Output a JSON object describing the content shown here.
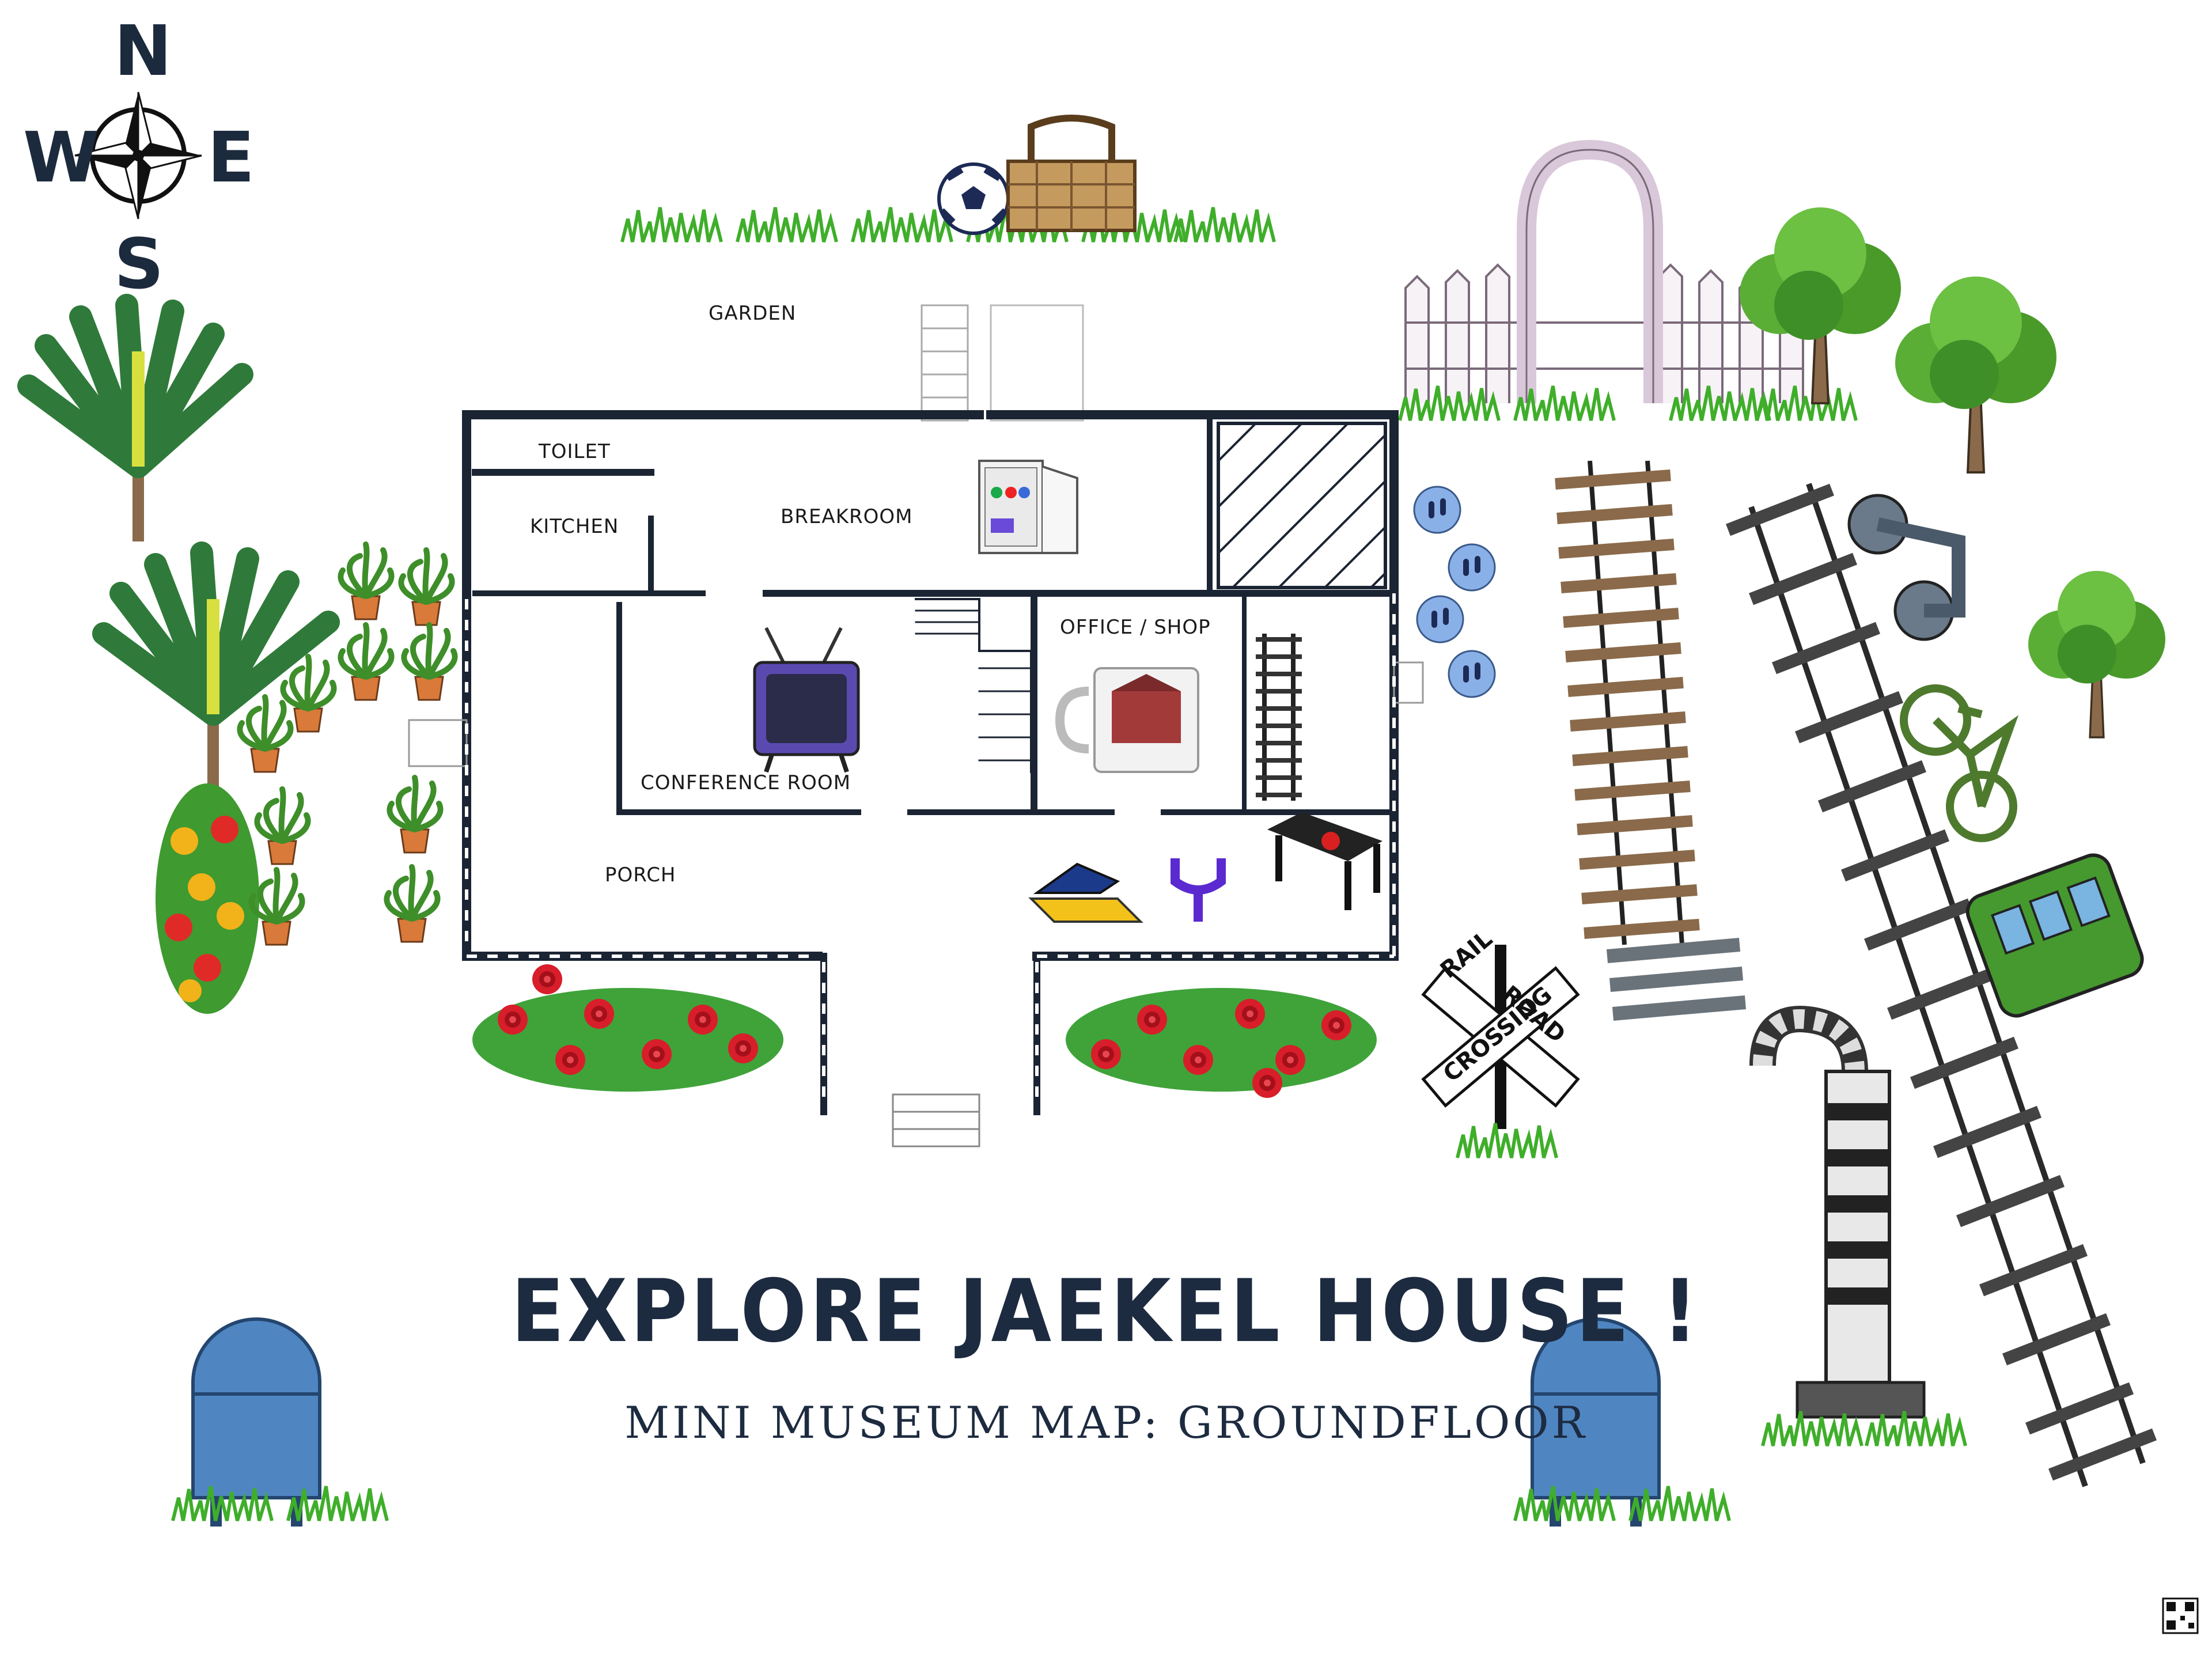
{
  "compass": {
    "north": "N",
    "south": "S",
    "east": "E",
    "west": "W"
  },
  "rooms": {
    "garden": "GARDEN",
    "toilet": "TOILET",
    "kitchen": "KITCHEN",
    "breakroom": "BREAKROOM",
    "office_shop": "OFFICE / SHOP",
    "conference_room": "CONFERENCE ROOM",
    "porch": "PORCH"
  },
  "sign": {
    "line1": "RAIL",
    "line2": "CROSSING",
    "line3": "ROAD"
  },
  "title": "EXPLORE JAEKEL HOUSE !",
  "subtitle": "MINI MUSEUM MAP: GROUNDFLOOR",
  "icons": [
    "compass-rose-icon",
    "soccer-ball-icon",
    "picnic-basket-icon",
    "fridge-icon",
    "tv-icon",
    "mug-icon",
    "railroad-crossing-sign-icon",
    "mailbox-icon",
    "bicycle-icon",
    "train-car-icon",
    "water-crane-icon",
    "footprints-icon",
    "tree-icon",
    "palm-tree-icon",
    "potted-plant-icon",
    "flower-bush-icon",
    "rose-bush-icon",
    "arch-gate-icon",
    "fence-icon",
    "bench-icon",
    "qr-code-icon"
  ],
  "colors": {
    "title": "#1d2b40",
    "wall": "#1b2433",
    "grass": "#3fae2a",
    "mailbox": "#4f86c2",
    "rose": "#d81e2a",
    "tree": "#4f9e2e"
  }
}
